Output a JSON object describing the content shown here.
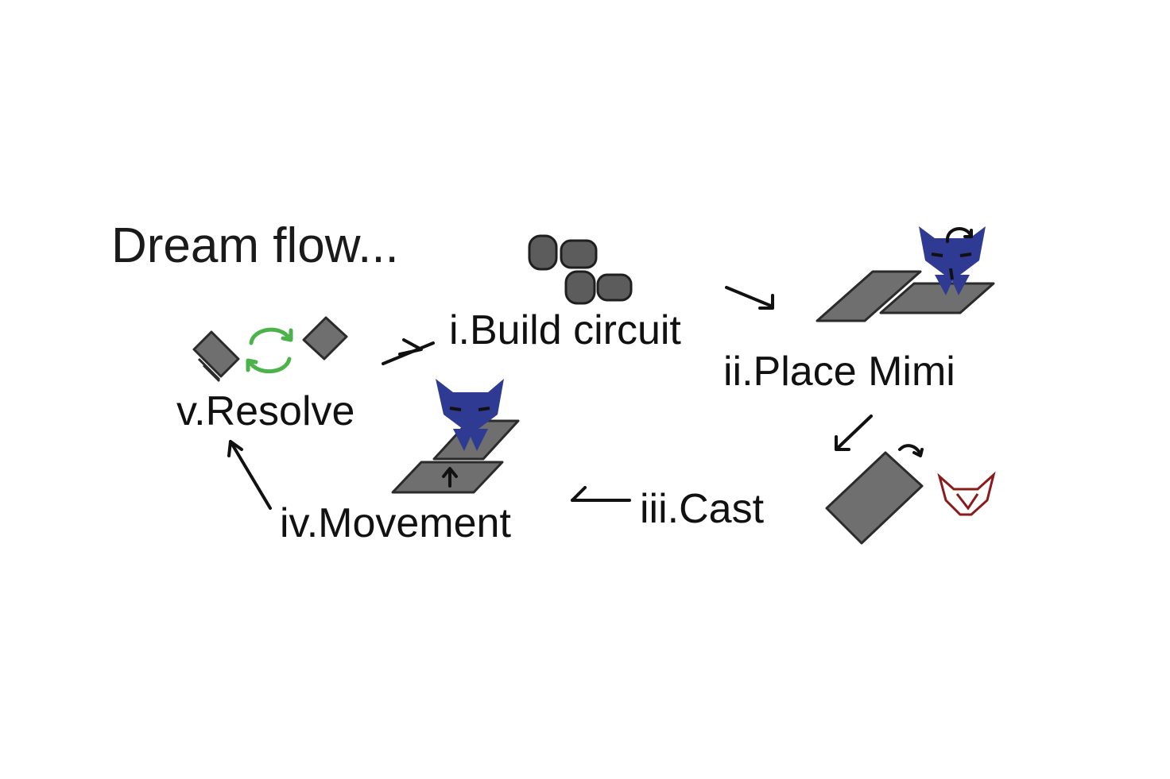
{
  "diagram": {
    "title": "Dream flow...",
    "steps": [
      {
        "id": "build",
        "label": "i.Build circuit"
      },
      {
        "id": "place",
        "label": "ii.Place Mimi"
      },
      {
        "id": "cast",
        "label": "iii.Cast"
      },
      {
        "id": "movement",
        "label": "iv.Movement"
      },
      {
        "id": "resolve",
        "label": "v.Resolve"
      }
    ],
    "colors": {
      "tile": "#6f6f6f",
      "outline": "#2b2b2b",
      "mimi": "#2f3a93",
      "cycle_arrows": "#4cb34a",
      "ghost_outline": "#8b1a1a"
    },
    "icons": [
      "circuit-blocks-icon",
      "tile-pair-icon",
      "mimi-cat-icon",
      "cast-tile-icon",
      "ghost-cat-icon",
      "cycle-arrows-icon",
      "movement-tiles-icon",
      "resolve-tiles-icon"
    ]
  }
}
